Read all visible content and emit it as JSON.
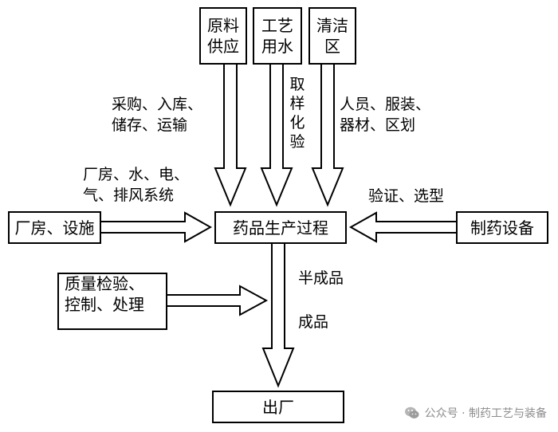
{
  "top_boxes": [
    {
      "id": "raw",
      "line1": "原料",
      "line2": "供应"
    },
    {
      "id": "water",
      "line1": "工艺",
      "line2": "用水"
    },
    {
      "id": "clean",
      "line1": "清洁",
      "line2": "区"
    }
  ],
  "labels": {
    "procurement": {
      "line1": "采购、入库、",
      "line2": "储存、运输"
    },
    "sampling": "取样化验",
    "personnel": {
      "line1": "人员、服装、",
      "line2": "器材、区划"
    },
    "facility_utilities": {
      "line1": "厂房、水、电、",
      "line2": "气、排风系统"
    },
    "validation": "验证、选型",
    "semi_product": "半成品",
    "product": "成品"
  },
  "boxes": {
    "facility": "厂房、设施",
    "process": "药品生产过程",
    "equipment": "制药设备",
    "quality": {
      "line1": "质量检验、",
      "line2": "控制、处理"
    },
    "exit": "出厂"
  },
  "watermark": {
    "text": "公众号 · 制药工艺与装备",
    "icon": "wechat-icon",
    "color": "#8c8c8c"
  }
}
